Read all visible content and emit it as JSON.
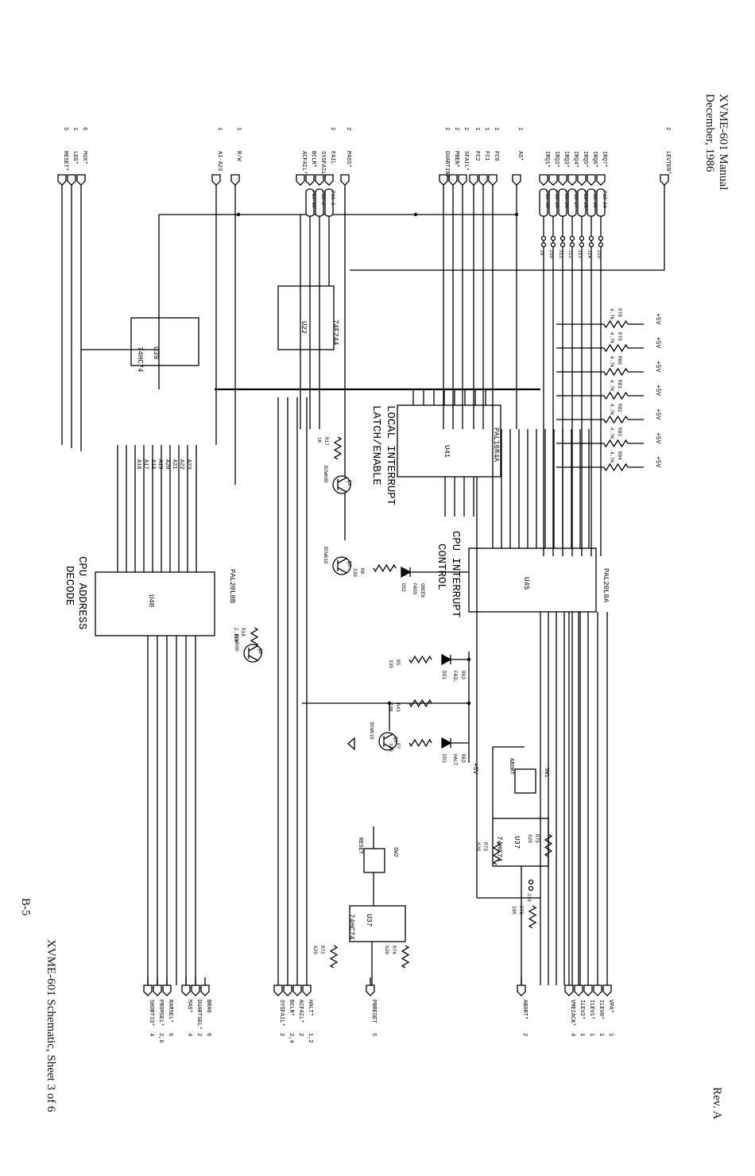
{
  "header": {
    "title": "XVME-601 Manual",
    "date": "December, 1986",
    "rev": "Rev. A",
    "page": "B-5",
    "sheet": "XVME-601 Schematic, Sheet 3 of 6"
  },
  "blocks": {
    "local_interrupt_1": "LOCAL INTERRUPT",
    "local_interrupt_2": "LATCH/ENABLE",
    "cpu_interrupt_1": "CPU INTERRUPT",
    "cpu_interrupt_2": "CONTROL",
    "cpu_address_1": "CPU ADDRESS",
    "cpu_address_2": "DECODE"
  },
  "chips": {
    "u41": {
      "part": "PAL16R4A",
      "ref": "U41"
    },
    "u45": {
      "part": "PAL20L8A",
      "ref": "U45"
    },
    "u40": {
      "part": "PAL20L8B",
      "ref": "U40"
    },
    "u22": {
      "part": "74F244",
      "ref": "U22"
    },
    "u39": {
      "part": "74HC74",
      "ref": "U39"
    },
    "u37a": {
      "part": "74HC74",
      "ref": "U37"
    },
    "u37b": {
      "part": "74HC74",
      "ref": "U37"
    }
  },
  "top_signals": [
    {
      "sheet": "5",
      "name": "RESET*"
    },
    {
      "sheet": "1",
      "name": "LDS*"
    },
    {
      "sheet": "6",
      "name": "MUX*"
    },
    {
      "sheet": "1",
      "name": "A1-A23"
    },
    {
      "sheet": "1",
      "name": "R/W"
    },
    {
      "sheet": "",
      "name": "ACFAIL*"
    },
    {
      "sheet": "",
      "name": "BCLR*"
    },
    {
      "sheet": "",
      "name": "SYSFAIL*"
    },
    {
      "sheet": "2",
      "name": "FAIL"
    },
    {
      "sheet": "2",
      "name": "PASS*"
    },
    {
      "sheet": "2",
      "name": "DUARTINT*"
    },
    {
      "sheet": "2",
      "name": "PBEN*"
    },
    {
      "sheet": "2",
      "name": "SFAIL*"
    },
    {
      "sheet": "1",
      "name": "FC2"
    },
    {
      "sheet": "1",
      "name": "FC1"
    },
    {
      "sheet": "1",
      "name": "FC0"
    },
    {
      "sheet": "1",
      "name": "AS*"
    },
    {
      "sheet": "",
      "name": "IRQ1*"
    },
    {
      "sheet": "",
      "name": "IRQ2*"
    },
    {
      "sheet": "",
      "name": "IRQ3*"
    },
    {
      "sheet": "",
      "name": "IRQ4*"
    },
    {
      "sheet": "",
      "name": "IRQ5*"
    },
    {
      "sheet": "",
      "name": "IRQ6*"
    },
    {
      "sheet": "",
      "name": "IRQ7*"
    },
    {
      "sheet": "2",
      "name": "LEVTEN*"
    }
  ],
  "p1_labels": [
    "P1B-3",
    "P1B-2",
    "P1C-10",
    "P1B-30",
    "P1B-29",
    "P1B-28",
    "P1B-27",
    "P1B-26",
    "P1B-25",
    "P1B-24"
  ],
  "jumpers": [
    "J9",
    "J10",
    "J11",
    "J12",
    "J13",
    "J14",
    "J15",
    "J16"
  ],
  "pullups": [
    {
      "ref": "R78",
      "val": "4.7K"
    },
    {
      "ref": "R79",
      "val": "4.7K"
    },
    {
      "ref": "R80",
      "val": "4.7K"
    },
    {
      "ref": "R81",
      "val": "4.7K"
    },
    {
      "ref": "R82",
      "val": "4.7K"
    },
    {
      "ref": "R83",
      "val": "4.7K"
    },
    {
      "ref": "R84",
      "val": "4.7K"
    }
  ],
  "vcc": "+5V",
  "address_lines": [
    "A16",
    "A17",
    "A18",
    "A19",
    "A20",
    "A21",
    "A22",
    "A23"
  ],
  "leds": [
    {
      "ref": "DS2",
      "label": "PASS",
      "color": "GREEN"
    },
    {
      "ref": "DS1",
      "label": "FAIL",
      "color": "RED"
    },
    {
      "ref": "DS3",
      "label": "HALT",
      "color": "RED"
    }
  ],
  "resistors": [
    {
      "ref": "R17",
      "val": "1K"
    },
    {
      "ref": "R8",
      "val": "330"
    },
    {
      "ref": "R18",
      "val": "2.61K"
    },
    {
      "ref": "R5",
      "val": "330"
    },
    {
      "ref": "R43",
      "val": "10K"
    },
    {
      "ref": "R7",
      "val": "330"
    },
    {
      "ref": "R75",
      "val": "620"
    },
    {
      "ref": "R73",
      "val": "620"
    },
    {
      "ref": "R76",
      "val": "10K"
    },
    {
      "ref": "R74",
      "val": "620"
    },
    {
      "ref": "R72",
      "val": "620"
    }
  ],
  "transistors": [
    {
      "ref": "Q1",
      "part": "BCW60D"
    },
    {
      "ref": "Q5",
      "part": "BCW61D"
    },
    {
      "ref": "Q2",
      "part": "BCW60D"
    },
    {
      "ref": "Q9",
      "part": "BCW61D"
    }
  ],
  "switches": [
    {
      "ref": "SW1",
      "label": "ABORT"
    },
    {
      "ref": "SW2",
      "label": "RESET"
    }
  ],
  "bottom_signals": [
    {
      "name": "SHORTIO*",
      "sheet": "4"
    },
    {
      "name": "PROMSEL*",
      "sheet": "2,6"
    },
    {
      "name": "RAMSEL*",
      "sheet": "6"
    },
    {
      "name": "MAS*",
      "sheet": "4"
    },
    {
      "name": "DUARTSEL*",
      "sheet": "2"
    },
    {
      "name": "BRA6",
      "sheet": "6"
    },
    {
      "name": "SYSFAIL*",
      "sheet": "2"
    },
    {
      "name": "BCLR*",
      "sheet": "2,4"
    },
    {
      "name": "ACFAIL*",
      "sheet": "2"
    },
    {
      "name": "HALT*",
      "sheet": "1,2"
    },
    {
      "name": "PBRESET",
      "sheet": "5"
    },
    {
      "name": "ABORT*",
      "sheet": "2"
    },
    {
      "name": "VMEIACK*",
      "sheet": "4"
    },
    {
      "name": "ILEV2*",
      "sheet": "1"
    },
    {
      "name": "ILEV1*",
      "sheet": "1"
    },
    {
      "name": "ILEV0*",
      "sheet": "1"
    },
    {
      "name": "VPA*",
      "sheet": "1"
    }
  ]
}
